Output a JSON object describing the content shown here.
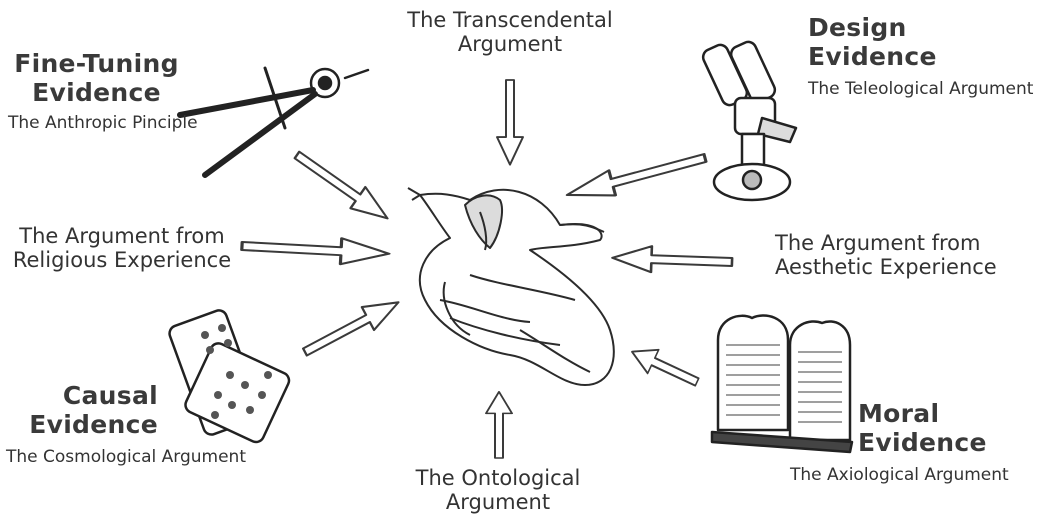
{
  "center_figure": {
    "icon": "creator-figure-icon"
  },
  "nodes": {
    "fine_tuning": {
      "title_line1": "Fine-Tuning",
      "title_line2": "Evidence",
      "subtitle": "The Anthropic Pinciple",
      "icon": "compass-icon"
    },
    "transcendental": {
      "line1": "The Transcendental",
      "line2": "Argument"
    },
    "design": {
      "title_line1": "Design",
      "title_line2": "Evidence",
      "subtitle": "The Teleological Argument",
      "icon": "microscope-icon"
    },
    "religious_experience": {
      "line1": "The Argument from",
      "line2": "Religious Experience"
    },
    "aesthetic_experience": {
      "line1": "The Argument from",
      "line2": "Aesthetic Experience"
    },
    "causal": {
      "title_line1": "Causal",
      "title_line2": "Evidence",
      "subtitle": "The Cosmological Argument",
      "icon": "domino-icon"
    },
    "ontological": {
      "line1": "The Ontological",
      "line2": "Argument"
    },
    "moral": {
      "title_line1": "Moral",
      "title_line2": "Evidence",
      "subtitle": "The Axiological Argument",
      "icon": "stone-tablets-icon"
    }
  }
}
